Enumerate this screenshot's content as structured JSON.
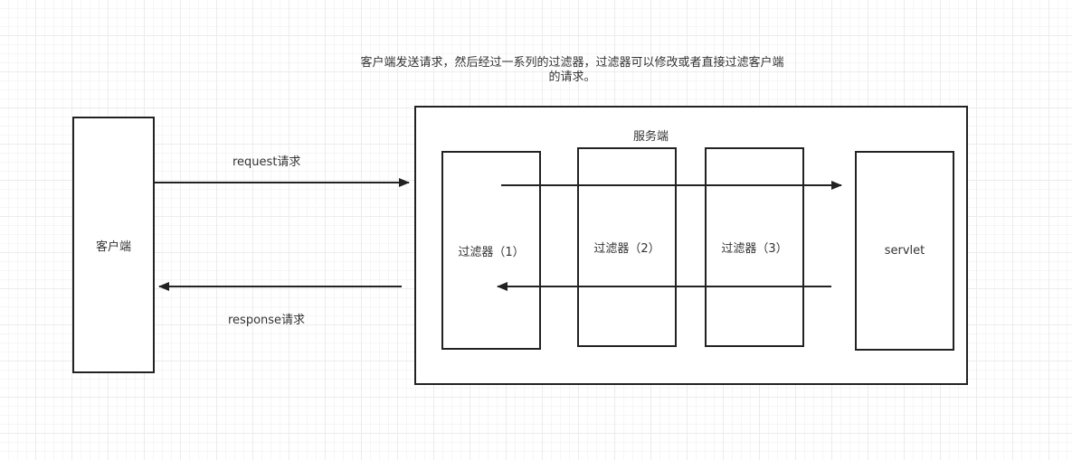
{
  "note": "客户端发送请求，然后经过一系列的过滤器，过滤器可以修改或者直接过滤客户端的请求。",
  "client": {
    "label": "客户端"
  },
  "server": {
    "label": "服务端",
    "filters": [
      {
        "label": "过滤器（1）"
      },
      {
        "label": "过滤器（2）"
      },
      {
        "label": "过滤器（3）"
      }
    ],
    "servlet": {
      "label": "servlet"
    }
  },
  "request": {
    "label": "request请求"
  },
  "response": {
    "label": "response请求"
  },
  "colors": {
    "stroke": "#222222",
    "text": "#333333",
    "grid": "#ececec"
  }
}
